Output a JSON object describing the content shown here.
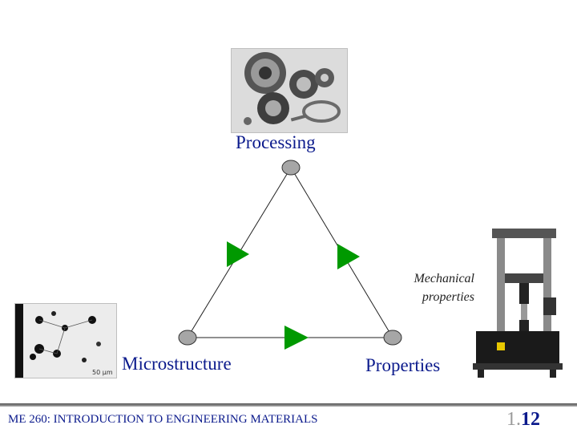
{
  "diagram": {
    "nodes": {
      "processing": "Processing",
      "microstructure": "Microstructure",
      "properties": "Properties"
    },
    "annotation_line1": "Mechanical",
    "annotation_line2": "properties",
    "micrograph_scale": "50 µm"
  },
  "footer": {
    "course": "ME 260: INTRODUCTION TO ENGINEERING MATERIALS",
    "page_prefix": "1.",
    "page_suffix": "12"
  },
  "colors": {
    "label": "#0b1a8c",
    "arrow": "#009900",
    "node": "#a6a6a6"
  }
}
